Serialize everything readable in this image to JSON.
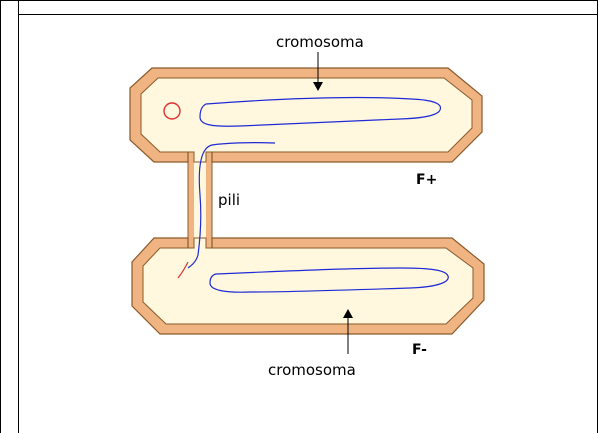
{
  "labels": {
    "chromosome_top": "cromosoma",
    "chromosome_bottom": "cromosoma",
    "pilus": "pili",
    "donor_cell": "F+",
    "recipient_cell": "F-"
  },
  "colors": {
    "cell_wall": "#f0b483",
    "cell_wall_stroke": "#8a5a2b",
    "cytoplasm": "#fff7de",
    "chromosome": "#1f2bd6",
    "plasmid": "#e03030",
    "border": "#000000"
  }
}
